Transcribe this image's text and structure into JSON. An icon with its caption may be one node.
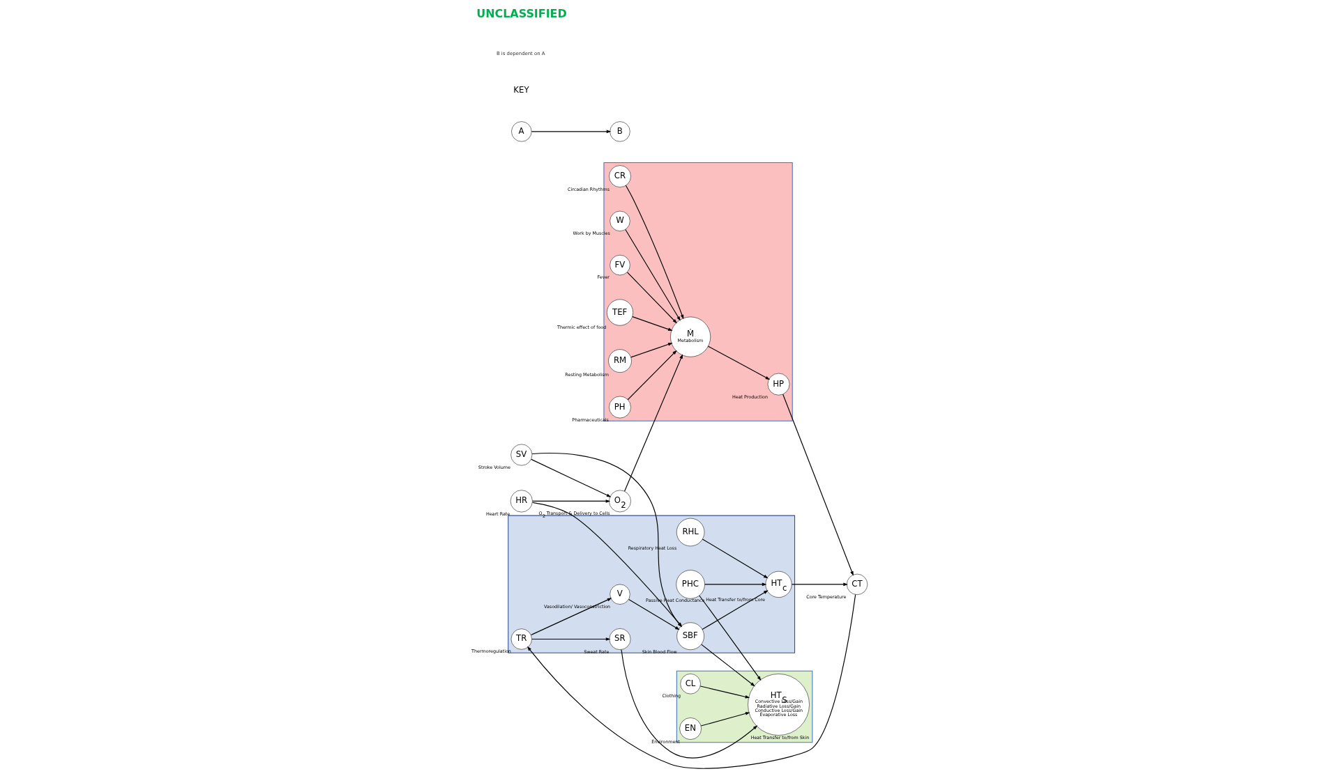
{
  "diagram": {
    "nodes": [
      {
        "text": [],
        "shape": "box"
      },
      {
        "text": [
          "FV"
        ],
        "beside": [
          "Fever"
        ],
        "in": 0
      },
      {
        "text": [
          "TEF"
        ],
        "beside": [
          "Thermic effect of food"
        ],
        "in": 0
      },
      {
        "text": [
          "RM"
        ],
        "beside": [
          "Resting Metabolism"
        ],
        "in": 0
      },
      {
        "text": [
          "PH"
        ],
        "beside": [
          "Pharmaceuticals"
        ],
        "in": 0
      },
      {
        "text": [
          "Ṁ",
          "Metabolism"
        ],
        "in": 0
      },
      {
        "text": [
          "CR"
        ],
        "beside": [
          "Circadian Rhythms"
        ],
        "in": 0
      },
      {
        "text": [
          "W"
        ],
        "beside": [
          "Work by Muscles"
        ],
        "in": 0
      },
      {
        "text": [
          "HP"
        ],
        "beside": [
          "Heat Production"
        ],
        "in": 0
      },
      {
        "text": [
          "CT"
        ],
        "beside": [
          "Core Temperature"
        ]
      },
      {
        "text": [],
        "shape": "box"
      },
      {
        "text": [
          "RHL"
        ],
        "beside": [
          "Respiratory Heat Loss"
        ],
        "in": 10
      },
      {
        "text": [
          "PHC"
        ],
        "beside": [
          "Passive Heat Conductance"
        ],
        "in": 10
      },
      {
        "text": [
          "HT$_{c}$"
        ],
        "beside": [
          "Heat Transfer to/from Core"
        ],
        "in": 10
      },
      {
        "text": [
          "SBF"
        ],
        "beside": [
          "Skin Blood Flow"
        ],
        "in": 10
      },
      {
        "text": [
          "TR"
        ],
        "beside": [
          "Thermoregulation"
        ],
        "in": 10
      },
      {
        "text": [
          "V"
        ],
        "beside": [
          "Vasodilation/ Vasoconstriction"
        ],
        "in": 10
      },
      {
        "text": [
          "SR"
        ],
        "beside": [
          "Sweat Rate"
        ],
        "in": 10
      },
      {
        "text": [],
        "shape": "box"
      },
      {
        "text": [
          "HT$_{S}$",
          "Convective Loss/Gain",
          "Radiative Loss/Gain",
          "Conductive Loss/Gain",
          "Evaporative Loss"
        ],
        "beside": [
          "Heat Transfer to/from Skin"
        ],
        "in": 18
      },
      {
        "text": [
          "CL"
        ],
        "beside": [
          "Clothing"
        ],
        "in": 18
      },
      {
        "text": [
          "EN"
        ],
        "beside": [
          "Environment"
        ],
        "in": 18
      },
      {
        "text": [
          "O$_{2}$"
        ],
        "beside": [
          "O$_{2}$ Transport & Delivery to Cells"
        ]
      },
      {
        "text": [
          "HR"
        ],
        "beside": [
          "Heart Rate"
        ]
      },
      {
        "text": [
          "SV"
        ],
        "beside": [
          "Stroke Volume"
        ]
      },
      {
        "text": [
          "A"
        ]
      },
      {
        "text": [
          "B"
        ]
      }
    ],
    "edges": [
      {
        "from": 1,
        "to": 5,
        "arrow": "to"
      },
      {
        "from": 2,
        "to": 5,
        "arrow": "to"
      },
      {
        "from": 3,
        "to": 5,
        "arrow": "to"
      },
      {
        "from": 4,
        "to": 5,
        "arrow": "to"
      },
      {
        "from": 6,
        "to": 5,
        "arrow": "to"
      },
      {
        "from": 7,
        "to": 5,
        "arrow": "to"
      },
      {
        "from": 5,
        "to": 8,
        "arrow": "to"
      },
      {
        "from": 8,
        "to": 9,
        "arrow": "to"
      },
      {
        "from": 13,
        "to": 9,
        "arrow": "to"
      },
      {
        "from": 11,
        "to": 13,
        "arrow": "to"
      },
      {
        "from": 12,
        "to": 13,
        "arrow": "to"
      },
      {
        "from": 12,
        "to": 19,
        "arrow": "to"
      },
      {
        "from": 14,
        "to": 13,
        "arrow": "to"
      },
      {
        "from": 14,
        "to": 19,
        "arrow": "to"
      },
      {
        "from": 9,
        "to": 15,
        "arrow": "to"
      },
      {
        "from": 15,
        "to": 16,
        "arrow": "to"
      },
      {
        "from": 16,
        "to": 14,
        "arrow": "to"
      },
      {
        "from": 15,
        "to": 17,
        "arrow": "to"
      },
      {
        "from": 17,
        "to": 19,
        "arrow": "to"
      },
      {
        "from": 22,
        "to": 5,
        "arrow": "to"
      },
      {
        "from": 23,
        "to": 22,
        "arrow": "to"
      },
      {
        "from": 23,
        "to": 14,
        "arrow": "to"
      },
      {
        "from": 24,
        "to": 22,
        "arrow": "to"
      },
      {
        "from": 24,
        "to": 14,
        "arrow": "to"
      },
      {
        "from": 20,
        "to": 19,
        "arrow": "to"
      },
      {
        "from": 21,
        "to": 19,
        "arrow": "to"
      },
      {
        "from": 25,
        "to": 26,
        "arrow": "to"
      }
    ],
    "labels": [
      "KEY",
      "B is dependent on A",
      "UNCLASSIFIED"
    ]
  }
}
